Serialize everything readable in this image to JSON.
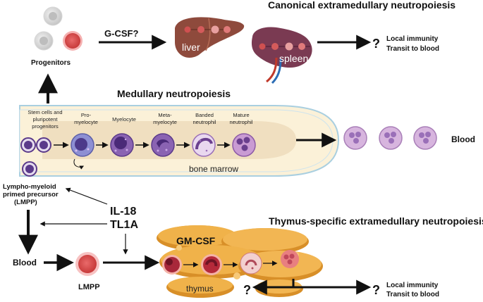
{
  "titles": {
    "canonical": "Canonical extramedullary neutropoiesis",
    "medullary": "Medullary neutropoiesis",
    "thymus_specific": "Thymus-specific extramedullary neutropoiesis"
  },
  "labels": {
    "progenitors": "Progenitors",
    "gcsf": "G-CSF?",
    "liver": "liver",
    "spleen": "spleen",
    "question_mark": "?",
    "local_immunity": "Local immunity",
    "transit_to_blood": "Transit to blood",
    "blood": "Blood",
    "bone_marrow": "bone marrow",
    "lmpp_line1": "Lympho-myeloid",
    "lmpp_line2": "primed precursor",
    "lmpp_line3": "(LMPP)",
    "il18": "IL-18",
    "tl1a": "TL1A",
    "lmpp": "LMPP",
    "gmcsf": "GM-CSF",
    "thymus": "thymus"
  },
  "stages": [
    {
      "line1": "Stem cells and",
      "line2": "pluripotent",
      "line3": "progenitors"
    },
    {
      "line1": "Pro-",
      "line2": "myelocyte",
      "line3": ""
    },
    {
      "line1": "Myelocyte",
      "line2": "",
      "line3": ""
    },
    {
      "line1": "Meta-",
      "line2": "myelocyte",
      "line3": ""
    },
    {
      "line1": "Banded",
      "line2": "neutrophil",
      "line3": ""
    },
    {
      "line1": "Mature",
      "line2": "neutrophil",
      "line3": ""
    }
  ],
  "colors": {
    "liver": "#8e4a3c",
    "spleen": "#7a3a52",
    "bone_outer": "#fbf1d8",
    "bone_inner": "#f0dfc0",
    "bone_edge": "#a9cfe0",
    "thymus": "#f0b24a",
    "thymus_dark": "#d88f28",
    "stem": "#5b3a8a",
    "neutrophil": "#c99bd3",
    "red_cell": "#d84a4a"
  }
}
